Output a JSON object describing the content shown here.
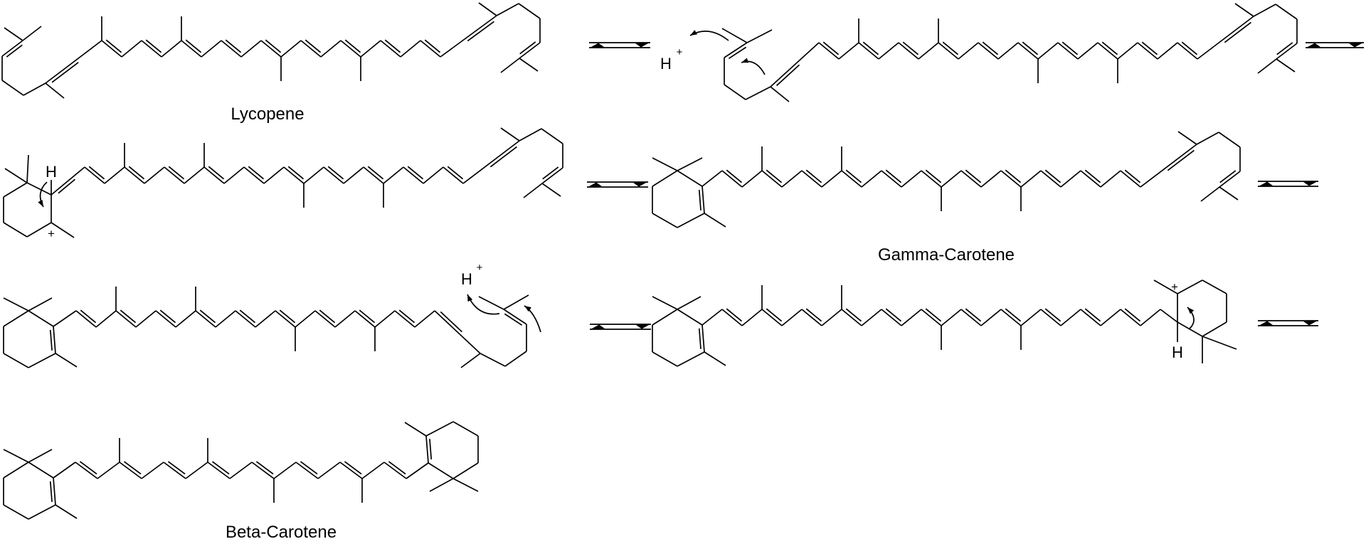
{
  "diagram": {
    "background_color": "#ffffff",
    "bond_color": "#000000",
    "labels": {
      "lycopene": "Lycopene",
      "gamma_carotene": "Gamma-Carotene",
      "beta_carotene": "Beta-Carotene"
    },
    "protons": [
      {
        "symbol": "H",
        "charge": "+"
      },
      {
        "symbol": "H",
        "charge": "+"
      }
    ],
    "intermediates": [
      {
        "h_label": "H",
        "charge_label": "+"
      },
      {
        "h_label": "H",
        "charge_label": "+"
      }
    ],
    "icons": {
      "equilibrium_arrow": "harpoon-pair",
      "curved_arrow": "electron-pushing-arrow"
    }
  }
}
